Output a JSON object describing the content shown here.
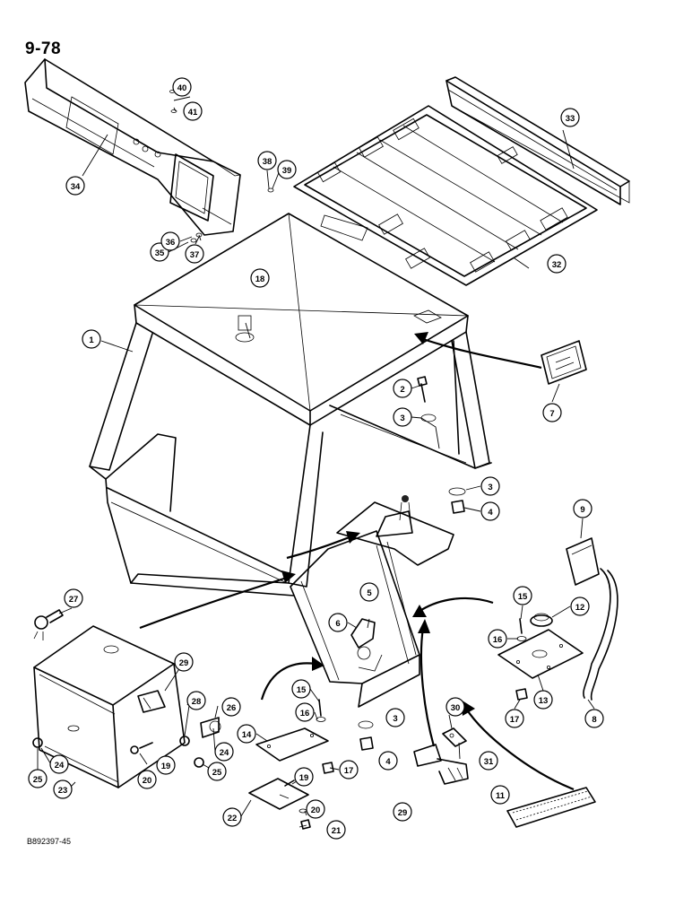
{
  "page_number": "9-78",
  "drawing_code": "B892397-45",
  "callouts": [
    {
      "id": "c1",
      "label": "1"
    },
    {
      "id": "c2",
      "label": "2"
    },
    {
      "id": "c3a",
      "label": "3"
    },
    {
      "id": "c3b",
      "label": "3"
    },
    {
      "id": "c3c",
      "label": "3"
    },
    {
      "id": "c4a",
      "label": "4"
    },
    {
      "id": "c4b",
      "label": "4"
    },
    {
      "id": "c5",
      "label": "5"
    },
    {
      "id": "c6",
      "label": "6"
    },
    {
      "id": "c7",
      "label": "7"
    },
    {
      "id": "c8",
      "label": "8"
    },
    {
      "id": "c9",
      "label": "9"
    },
    {
      "id": "c11",
      "label": "11"
    },
    {
      "id": "c12",
      "label": "12"
    },
    {
      "id": "c13",
      "label": "13"
    },
    {
      "id": "c14",
      "label": "14"
    },
    {
      "id": "c15a",
      "label": "15"
    },
    {
      "id": "c15b",
      "label": "15"
    },
    {
      "id": "c16a",
      "label": "16"
    },
    {
      "id": "c16b",
      "label": "16"
    },
    {
      "id": "c17a",
      "label": "17"
    },
    {
      "id": "c17b",
      "label": "17"
    },
    {
      "id": "c18",
      "label": "18"
    },
    {
      "id": "c19a",
      "label": "19"
    },
    {
      "id": "c19b",
      "label": "19"
    },
    {
      "id": "c20a",
      "label": "20"
    },
    {
      "id": "c20b",
      "label": "20"
    },
    {
      "id": "c21",
      "label": "21"
    },
    {
      "id": "c22",
      "label": "22"
    },
    {
      "id": "c23",
      "label": "23"
    },
    {
      "id": "c24a",
      "label": "24"
    },
    {
      "id": "c24b",
      "label": "24"
    },
    {
      "id": "c25a",
      "label": "25"
    },
    {
      "id": "c25b",
      "label": "25"
    },
    {
      "id": "c26",
      "label": "26"
    },
    {
      "id": "c27",
      "label": "27"
    },
    {
      "id": "c28",
      "label": "28"
    },
    {
      "id": "c29a",
      "label": "29"
    },
    {
      "id": "c29b",
      "label": "29"
    },
    {
      "id": "c30",
      "label": "30"
    },
    {
      "id": "c31",
      "label": "31"
    },
    {
      "id": "c32",
      "label": "32"
    },
    {
      "id": "c33",
      "label": "33"
    },
    {
      "id": "c34",
      "label": "34"
    },
    {
      "id": "c35",
      "label": "35"
    },
    {
      "id": "c36",
      "label": "36"
    },
    {
      "id": "c37",
      "label": "37"
    },
    {
      "id": "c38",
      "label": "38"
    },
    {
      "id": "c39",
      "label": "39"
    },
    {
      "id": "c40",
      "label": "40"
    },
    {
      "id": "c41",
      "label": "41"
    }
  ]
}
